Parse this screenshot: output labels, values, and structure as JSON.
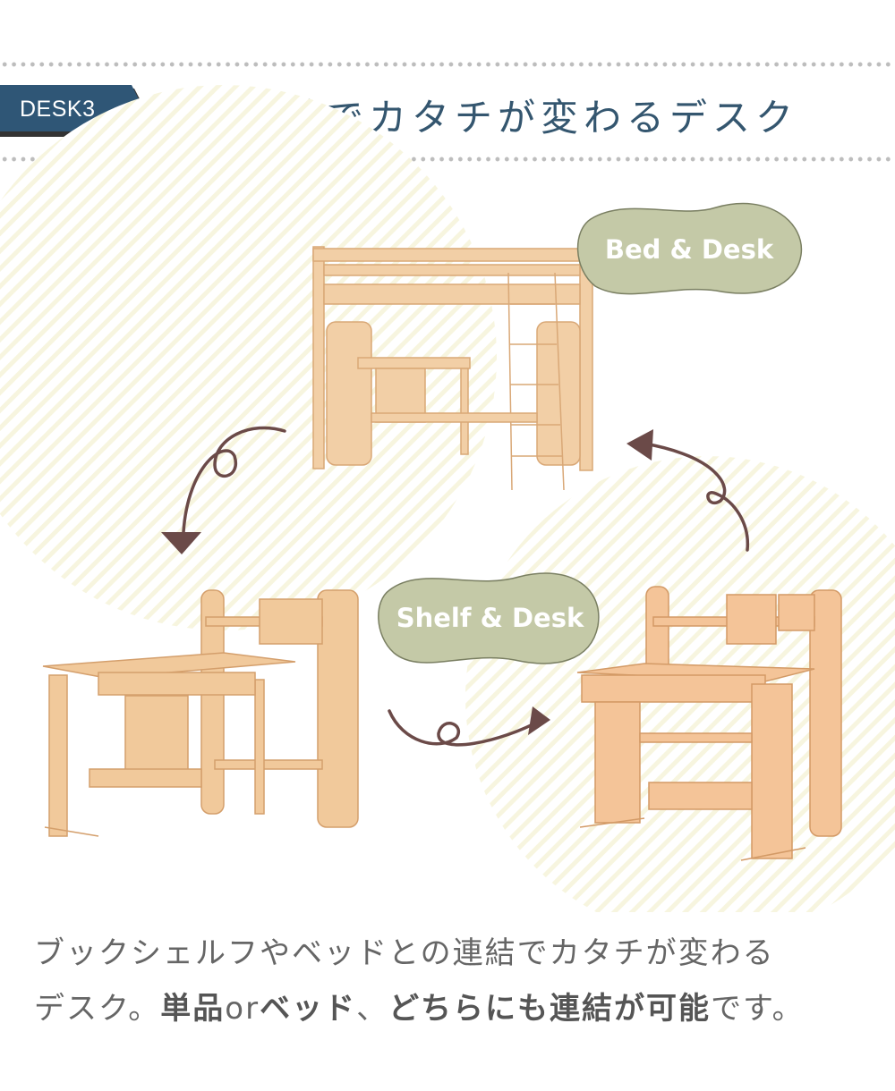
{
  "header": {
    "badge": "DESK3",
    "title": "連結でカタチが変わるデスク"
  },
  "labels": {
    "bed_desk": "Bed & Desk",
    "shelf_desk": "Shelf & Desk"
  },
  "description": {
    "line1": "ブックシェルフやベッドとの連結でカタチが変わる",
    "line2_a": "デスク。",
    "line2_b": "単品",
    "line2_c": "or",
    "line2_d": "ベッド",
    "line2_e": "、",
    "line2_f": "どちらにも連結が可能",
    "line2_g": "です。"
  },
  "colors": {
    "badge": "#2f5676",
    "title": "#34566f",
    "label_blob": "#c4c9a7",
    "arrow": "#6b4a48",
    "wood": "#f1c99b"
  }
}
